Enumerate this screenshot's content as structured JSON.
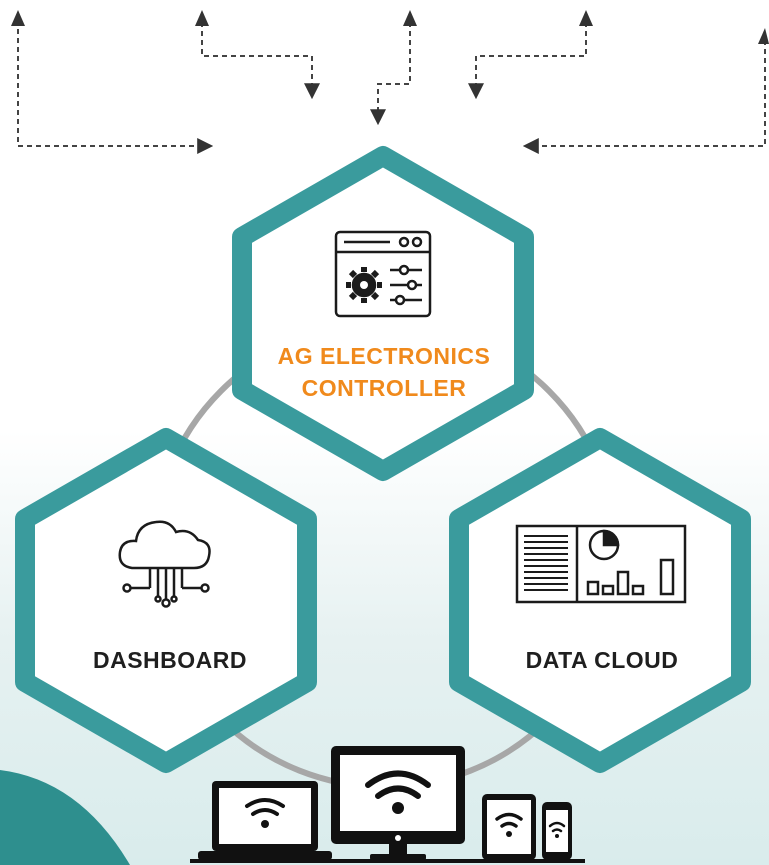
{
  "nodes": {
    "controller": {
      "line1": "AG ELECTRONICS",
      "line2": "CONTROLLER",
      "color": "#f08a1c",
      "icon": "settings-panel-icon"
    },
    "dashboard": {
      "label": "DASHBOARD",
      "icon": "cloud-network-icon"
    },
    "data_cloud": {
      "label": "DATA CLOUD",
      "icon": "report-chart-icon"
    }
  },
  "devices": {
    "icons": [
      "laptop-wifi-icon",
      "monitor-wifi-icon",
      "tablet-wifi-icon",
      "phone-wifi-icon"
    ]
  },
  "colors": {
    "hex_border": "#3a9b9d",
    "ring": "#a7a7a7",
    "arrows": "#444444",
    "accent_corner": "#2e8f8e"
  }
}
